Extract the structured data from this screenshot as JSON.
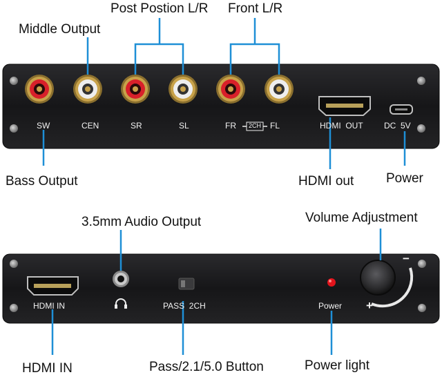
{
  "colors": {
    "callout_line": "#1e8fd6",
    "panel_dark": "#1a1a1c",
    "rca_red": "#d8202a",
    "rca_white": "#eeeeee",
    "rca_gold": "#c8a24a",
    "power_led": "#e3141c"
  },
  "top_callouts": {
    "middle_output": "Middle Output",
    "post_position": "Post Postion L/R",
    "front": "Front L/R",
    "bass_output": "Bass Output",
    "hdmi_out": "HDMI out",
    "power": "Power"
  },
  "top_panel": {
    "sw": "SW",
    "cen": "CEN",
    "sr": "SR",
    "sl": "SL",
    "fr": "FR",
    "ch2": "2CH",
    "fl": "FL",
    "hdmi_out": "HDMI  OUT",
    "dc": "DC  5V"
  },
  "bottom_callouts": {
    "audio_out": "3.5mm Audio Output",
    "volume": "Volume Adjustment",
    "hdmi_in": "HDMI IN",
    "pass_button": "Pass/2.1/5.0 Button",
    "power_light": "Power light"
  },
  "bottom_panel": {
    "hdmi_in": "HDMI IN",
    "pass": "PASS  2CH",
    "power": "Power",
    "plus": "+",
    "minus": "−"
  },
  "icons": [
    "headphone-icon",
    "rca-jack-icon",
    "hdmi-port-icon",
    "usb-port-icon",
    "knob-icon",
    "screw-icon"
  ]
}
